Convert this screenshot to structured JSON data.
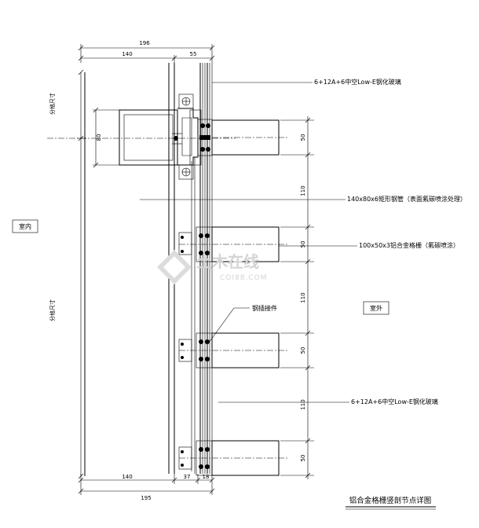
{
  "dims": {
    "top_total": "196",
    "top_left": "140",
    "top_right": "55",
    "bottom_left": "140",
    "bottom_mid": "37",
    "bottom_right": "18",
    "bottom_total": "195",
    "box_height": "80",
    "left_upper": "分格尺寸",
    "left_lower": "分格尺寸",
    "fin_1": "50",
    "gap_1": "110",
    "fin_2": "50",
    "gap_2": "110",
    "fin_3": "50",
    "gap_3": "110",
    "fin_4": "50"
  },
  "labels": {
    "glass_top": "6+12A+6中空Low-E钢化玻璃",
    "steel_tube": "140x80x6矩形钢管（表面氟碳喷涂处理）",
    "alu_grille": "100x50x3铝合金格栅（氟碳喷涂）",
    "connector": "钢插接件",
    "glass_bottom": "6+12A+6中空Low-E钢化玻璃",
    "indoor": "室内",
    "outdoor": "室外",
    "title": "铝合金格栅竖剖节点详图"
  },
  "watermark": {
    "main": "土木在线",
    "sub": "COI88.COM"
  }
}
